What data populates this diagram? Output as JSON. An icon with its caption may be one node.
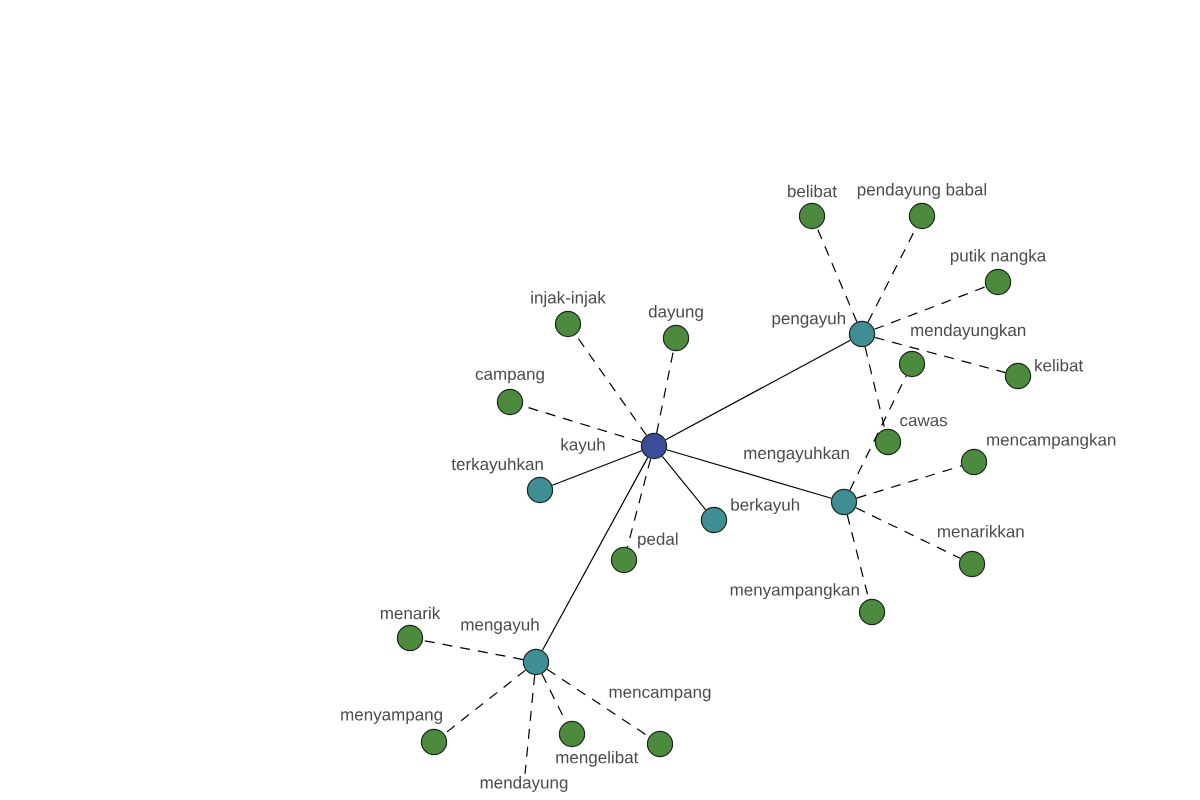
{
  "diagram": {
    "nodes": [
      {
        "text": [
          "kayuh"
        ]
      },
      {
        "text": [
          "pengayuh"
        ]
      },
      {
        "text": [
          "mengayuhkan"
        ]
      },
      {
        "text": [
          "mengayuh"
        ]
      },
      {
        "text": [
          "terkayuhkan"
        ]
      },
      {
        "text": [
          "berkayuh"
        ]
      },
      {
        "text": [
          "injak-injak"
        ]
      },
      {
        "text": [
          "dayung"
        ]
      },
      {
        "text": [
          "campang"
        ]
      },
      {
        "text": [
          "pedal"
        ]
      },
      {
        "text": [
          "belibat"
        ]
      },
      {
        "text": [
          "pendayung babal"
        ]
      },
      {
        "text": [
          "putik nangka"
        ]
      },
      {
        "text": [
          "mendayungkan"
        ]
      },
      {
        "text": [
          "kelibat"
        ]
      },
      {
        "text": [
          "cawas"
        ]
      },
      {
        "text": [
          "mencampangkan"
        ]
      },
      {
        "text": [
          "menarikkan"
        ]
      },
      {
        "text": [
          "menyampangkan"
        ]
      },
      {
        "text": [
          "menarik"
        ]
      },
      {
        "text": [
          "menyampang"
        ]
      },
      {
        "text": [
          "mendayung"
        ]
      },
      {
        "text": [
          "mengelibat"
        ]
      },
      {
        "text": [
          "mencampang"
        ]
      }
    ],
    "edges": [
      {
        "from": 0,
        "to": 1,
        "arrow": "none"
      },
      {
        "from": 0,
        "to": 2,
        "arrow": "none"
      },
      {
        "from": 0,
        "to": 3,
        "arrow": "none"
      },
      {
        "from": 0,
        "to": 4,
        "arrow": "none"
      },
      {
        "from": 0,
        "to": 5,
        "arrow": "none"
      },
      {
        "from": 0,
        "to": 6,
        "arrow": "none",
        "style": "dashed"
      },
      {
        "from": 0,
        "to": 7,
        "arrow": "none",
        "style": "dashed"
      },
      {
        "from": 0,
        "to": 8,
        "arrow": "none",
        "style": "dashed"
      },
      {
        "from": 0,
        "to": 9,
        "arrow": "none",
        "style": "dashed"
      },
      {
        "from": 1,
        "to": 10,
        "arrow": "none",
        "style": "dashed"
      },
      {
        "from": 1,
        "to": 11,
        "arrow": "none",
        "style": "dashed"
      },
      {
        "from": 1,
        "to": 12,
        "arrow": "none",
        "style": "dashed"
      },
      {
        "from": 1,
        "to": 14,
        "arrow": "none",
        "style": "dashed"
      },
      {
        "from": 1,
        "to": 15,
        "arrow": "none",
        "style": "dashed"
      },
      {
        "from": 2,
        "to": 13,
        "arrow": "none",
        "style": "dashed"
      },
      {
        "from": 2,
        "to": 16,
        "arrow": "none",
        "style": "dashed"
      },
      {
        "from": 2,
        "to": 17,
        "arrow": "none",
        "style": "dashed"
      },
      {
        "from": 2,
        "to": 18,
        "arrow": "none",
        "style": "dashed"
      },
      {
        "from": 3,
        "to": 19,
        "arrow": "none",
        "style": "dashed"
      },
      {
        "from": 3,
        "to": 20,
        "arrow": "none",
        "style": "dashed"
      },
      {
        "from": 3,
        "to": 21,
        "arrow": "none",
        "style": "dashed"
      },
      {
        "from": 3,
        "to": 22,
        "arrow": "none",
        "style": "dashed"
      },
      {
        "from": 3,
        "to": 23,
        "arrow": "none",
        "style": "dashed"
      }
    ]
  }
}
